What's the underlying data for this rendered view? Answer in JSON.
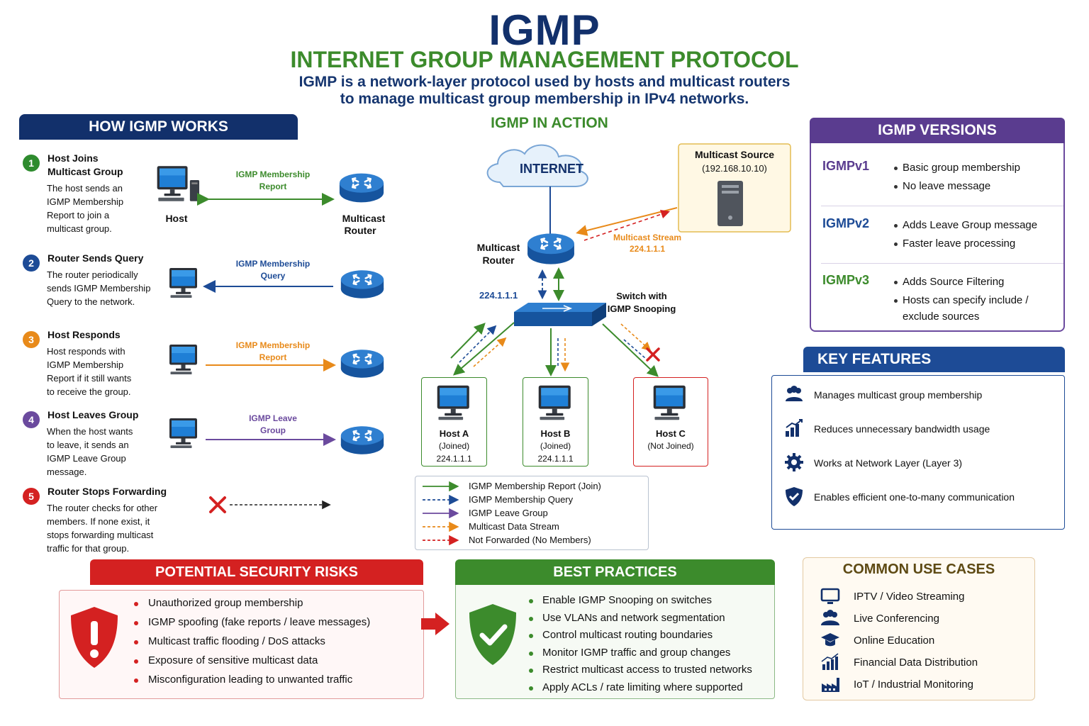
{
  "header": {
    "title": "IGMP",
    "subtitle": "INTERNET GROUP MANAGEMENT PROTOCOL",
    "description_line1": "IGMP is a network-layer protocol used by hosts and multicast routers",
    "description_line2": "to manage multicast group membership in IPv4 networks."
  },
  "how": {
    "heading": "HOW IGMP WORKS",
    "host_label": "Host",
    "router_label_1": "Multicast",
    "router_label_2": "Router",
    "steps": [
      {
        "num": "1",
        "color": "#2e8b2e",
        "title1": "Host Joins",
        "title2": "Multicast Group",
        "text": [
          "The host sends an",
          "IGMP Membership",
          "Report to join a",
          "multicast group."
        ],
        "arrow_label1": "IGMP Membership",
        "arrow_label2": "Report",
        "arrow_color": "#3c8b2c"
      },
      {
        "num": "2",
        "color": "#1d4b96",
        "title1": "Router Sends Query",
        "title2": "",
        "text": [
          "The router periodically",
          "sends IGMP Membership",
          "Query to the network."
        ],
        "arrow_label1": "IGMP Membership",
        "arrow_label2": "Query",
        "arrow_color": "#1d4b96"
      },
      {
        "num": "3",
        "color": "#e88a1a",
        "title1": "Host Responds",
        "title2": "",
        "text": [
          "Host responds with",
          "IGMP Membership",
          "Report if it still wants",
          "to receive the group."
        ],
        "arrow_label1": "IGMP Membership",
        "arrow_label2": "Report",
        "arrow_color": "#e88a1a"
      },
      {
        "num": "4",
        "color": "#6b4a9e",
        "title1": "Host Leaves Group",
        "title2": "",
        "text": [
          "When the host wants",
          "to leave, it sends an",
          "IGMP Leave Group",
          "message."
        ],
        "arrow_label1": "IGMP Leave",
        "arrow_label2": "Group",
        "arrow_color": "#6b4a9e"
      },
      {
        "num": "5",
        "color": "#d42121",
        "title1": "Router Stops Forwarding",
        "title2": "",
        "text": [
          "The router checks for other",
          "members. If none exist, it",
          "stops forwarding multicast",
          "traffic for that group."
        ],
        "arrow_label1": "",
        "arrow_label2": "",
        "arrow_color": "#222222"
      }
    ]
  },
  "action": {
    "heading": "IGMP IN ACTION",
    "internet": "INTERNET",
    "source_title": "Multicast Source",
    "source_ip": "(192.168.10.10)",
    "router_label1": "Multicast",
    "router_label2": "Router",
    "stream_label1": "Multicast Stream",
    "stream_label2": "224.1.1.1",
    "group_addr": "224.1.1.1",
    "switch_label1": "Switch with",
    "switch_label2": "IGMP Snooping",
    "hosts": [
      {
        "name": "Host A",
        "status": "(Joined)",
        "addr": "224.1.1.1"
      },
      {
        "name": "Host B",
        "status": "(Joined)",
        "addr": "224.1.1.1"
      },
      {
        "name": "Host C",
        "status": "(Not Joined)",
        "addr": ""
      }
    ],
    "legend": [
      {
        "label": "IGMP Membership Report (Join)",
        "color": "#3c8b2c",
        "style": "solid"
      },
      {
        "label": "IGMP Membership Query",
        "color": "#1d4b96",
        "style": "dashed"
      },
      {
        "label": "IGMP Leave Group",
        "color": "#6b4a9e",
        "style": "solid"
      },
      {
        "label": "Multicast Data Stream",
        "color": "#e88a1a",
        "style": "dashed"
      },
      {
        "label": "Not Forwarded (No Members)",
        "color": "#d42121",
        "style": "dashed"
      }
    ]
  },
  "versions": {
    "heading": "IGMP VERSIONS",
    "items": [
      {
        "name": "IGMPv1",
        "color": "#5a3c8f",
        "points": [
          "Basic group membership",
          "No leave message"
        ]
      },
      {
        "name": "IGMPv2",
        "color": "#1d4b96",
        "points": [
          "Adds Leave Group message",
          "Faster leave processing"
        ]
      },
      {
        "name": "IGMPv3",
        "color": "#3c8b2c",
        "points": [
          "Adds Source Filtering",
          "Hosts can specify include /",
          "exclude sources"
        ]
      }
    ]
  },
  "features": {
    "heading": "KEY FEATURES",
    "items": [
      {
        "icon": "users-icon",
        "label": "Manages multicast group membership"
      },
      {
        "icon": "bar-chart-icon",
        "label": "Reduces unnecessary bandwidth usage"
      },
      {
        "icon": "gear-icon",
        "label": "Works at Network Layer (Layer 3)"
      },
      {
        "icon": "shield-check-icon",
        "label": "Enables efficient one-to-many communication"
      }
    ]
  },
  "risks": {
    "heading": "POTENTIAL SECURITY RISKS",
    "items": [
      "Unauthorized group membership",
      "IGMP spoofing (fake reports / leave messages)",
      "Multicast traffic flooding / DoS attacks",
      "Exposure of sensitive multicast data",
      "Misconfiguration leading to unwanted traffic"
    ]
  },
  "best": {
    "heading": "BEST PRACTICES",
    "items": [
      "Enable IGMP Snooping on switches",
      "Use VLANs and network segmentation",
      "Control multicast routing boundaries",
      "Monitor IGMP traffic and group changes",
      "Restrict multicast access to trusted networks",
      "Apply ACLs / rate limiting where supported"
    ]
  },
  "uses": {
    "heading": "COMMON USE CASES",
    "items": [
      {
        "icon": "monitor-icon",
        "label": "IPTV / Video Streaming"
      },
      {
        "icon": "people-icon",
        "label": "Live Conferencing"
      },
      {
        "icon": "graduation-cap-icon",
        "label": "Online Education"
      },
      {
        "icon": "finance-chart-icon",
        "label": "Financial Data Distribution"
      },
      {
        "icon": "factory-icon",
        "label": "IoT / Industrial Monitoring"
      }
    ]
  }
}
